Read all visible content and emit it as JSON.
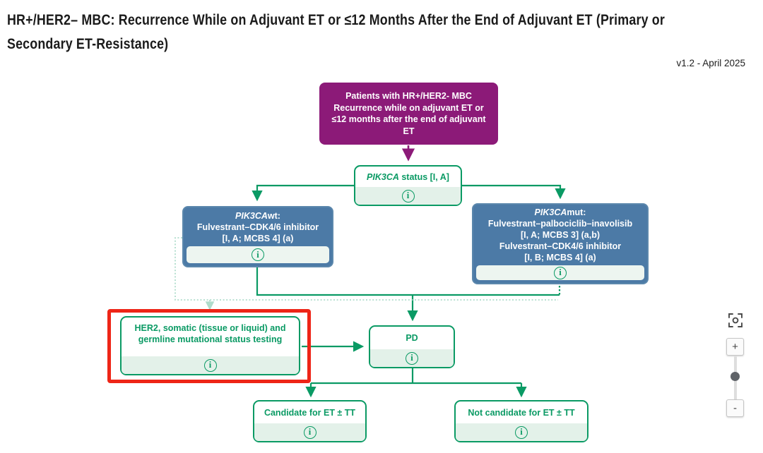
{
  "header": {
    "title": "HR+/HER2– MBC: Recurrence While on Adjuvant ET or ≤12 Months After the End of Adjuvant ET (Primary or Secondary ET-Resistance)",
    "version": "v1.2 - April 2025"
  },
  "flowchart": {
    "patients": {
      "text": "Patients with HR+/HER2- MBC Recurrence while on adjuvant ET or ≤12 months after the end of adjuvant ET"
    },
    "pik3ca_status": {
      "gene": "PIK3CA",
      "rest": " status [I, A]"
    },
    "pik3ca_wt": {
      "gene": "PIK3CA",
      "suffix": "wt:",
      "lines": [
        "Fulvestrant–CDK4/6 inhibitor",
        "[I, A; MCBS 4] (a)"
      ]
    },
    "pik3ca_mut": {
      "gene": "PIK3CA",
      "suffix": "mut:",
      "lines": [
        "Fulvestrant–palbociclib–inavolisib",
        "[I, A; MCBS 3] (a,b)",
        "Fulvestrant–CDK4/6 inhibitor",
        "[I, B; MCBS 4] (a)"
      ]
    },
    "her2_testing": {
      "text": "HER2, somatic (tissue or liquid) and germline mutational status testing"
    },
    "pd": {
      "text": "PD"
    },
    "candidate": {
      "text": "Candidate for ET ± TT"
    },
    "not_candidate": {
      "text": "Not candidate for ET ± TT"
    },
    "info_symbol": "i"
  },
  "controls": {
    "zoom_in": "+",
    "zoom_out": "-"
  },
  "colors": {
    "purple": "#8C1A78",
    "green": "#0A9A64",
    "light_green_strip": "#E3F1E9",
    "blue": "#4C7AA6",
    "red_highlight": "#EE2517",
    "dotted_line": "#AFDCCB"
  }
}
